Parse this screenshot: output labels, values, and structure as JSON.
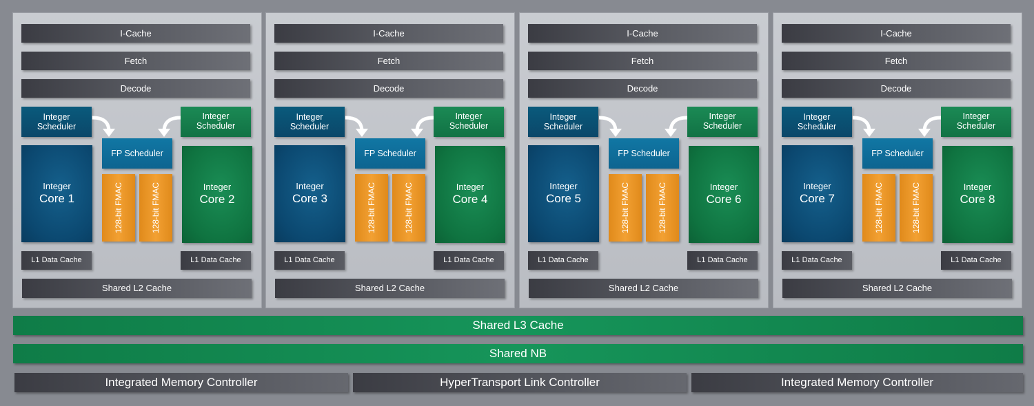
{
  "modules": [
    {
      "icache": "I-Cache",
      "fetch": "Fetch",
      "decode": "Decode",
      "int_sched_left": [
        "Integer",
        "Scheduler"
      ],
      "int_sched_right": [
        "Integer",
        "Scheduler"
      ],
      "fp_sched": "FP Scheduler",
      "core_left": [
        "Integer",
        "Core 1"
      ],
      "core_right": [
        "Integer",
        "Core 2"
      ],
      "fmac": [
        "128-bit FMAC",
        "128-bit FMAC"
      ],
      "l1_left": "L1 Data Cache",
      "l1_right": "L1 Data Cache",
      "l2": "Shared L2 Cache"
    },
    {
      "icache": "I-Cache",
      "fetch": "Fetch",
      "decode": "Decode",
      "int_sched_left": [
        "Integer",
        "Scheduler"
      ],
      "int_sched_right": [
        "Integer",
        "Scheduler"
      ],
      "fp_sched": "FP Scheduler",
      "core_left": [
        "Integer",
        "Core 3"
      ],
      "core_right": [
        "Integer",
        "Core 4"
      ],
      "fmac": [
        "128-bit FMAC",
        "128-bit FMAC"
      ],
      "l1_left": "L1 Data Cache",
      "l1_right": "L1 Data Cache",
      "l2": "Shared L2 Cache"
    },
    {
      "icache": "I-Cache",
      "fetch": "Fetch",
      "decode": "Decode",
      "int_sched_left": [
        "Integer",
        "Scheduler"
      ],
      "int_sched_right": [
        "Integer",
        "Scheduler"
      ],
      "fp_sched": "FP Scheduler",
      "core_left": [
        "Integer",
        "Core 5"
      ],
      "core_right": [
        "Integer",
        "Core 6"
      ],
      "fmac": [
        "128-bit FMAC",
        "128-bit FMAC"
      ],
      "l1_left": "L1 Data Cache",
      "l1_right": "L1 Data Cache",
      "l2": "Shared L2 Cache"
    },
    {
      "icache": "I-Cache",
      "fetch": "Fetch",
      "decode": "Decode",
      "int_sched_left": [
        "Integer",
        "Scheduler"
      ],
      "int_sched_right": [
        "Integer",
        "Scheduler"
      ],
      "fp_sched": "FP Scheduler",
      "core_left": [
        "Integer",
        "Core 7"
      ],
      "core_right": [
        "Integer",
        "Core 8"
      ],
      "fmac": [
        "128-bit FMAC",
        "128-bit FMAC"
      ],
      "l1_left": "L1 Data Cache",
      "l1_right": "L1 Data Cache",
      "l2": "Shared L2 Cache"
    }
  ],
  "shared_l3": "Shared L3 Cache",
  "shared_nb": "Shared NB",
  "bottom": [
    "Integrated Memory Controller",
    "HyperTransport Link Controller",
    "Integrated Memory Controller"
  ],
  "colors": {
    "background": "#878a91",
    "module_panel": "#c9ccd1",
    "dark_bar": "#3b3c43",
    "core_blue": "#0b4870",
    "core_green": "#0f7340",
    "fmac_orange": "#f2a032",
    "shared_green": "#16955a"
  }
}
